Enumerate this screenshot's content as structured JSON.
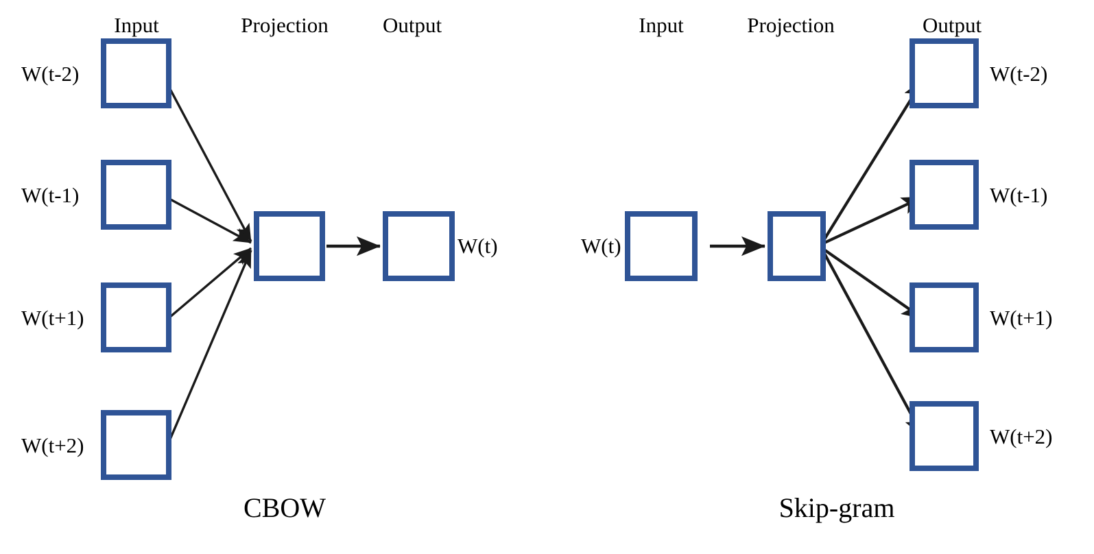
{
  "figure": {
    "description": "word2vec model architectures: CBOW and Skip-gram",
    "background_color": "#ffffff",
    "box_border_color": "#2f5496",
    "box_fill_color": "#ffffff",
    "arrow_color": "#1a1a1a"
  },
  "cbow": {
    "title": "CBOW",
    "column_labels": {
      "input": "Input",
      "projection": "Projection",
      "output": "Output"
    },
    "input_nodes": [
      {
        "label": "W(t-2)"
      },
      {
        "label": "W(t-1)"
      },
      {
        "label": "W(t+1)"
      },
      {
        "label": "W(t+2)"
      }
    ],
    "projection_node": {
      "label": ""
    },
    "output_nodes": [
      {
        "label": "W(t)"
      }
    ]
  },
  "skipgram": {
    "title": "Skip-gram",
    "column_labels": {
      "input": "Input",
      "projection": "Projection",
      "output": "Output"
    },
    "input_nodes": [
      {
        "label": "W(t)"
      }
    ],
    "projection_node": {
      "label": ""
    },
    "output_nodes": [
      {
        "label": "W(t-2)"
      },
      {
        "label": "W(t-1)"
      },
      {
        "label": "W(t+1)"
      },
      {
        "label": "W(t+2)"
      }
    ]
  }
}
